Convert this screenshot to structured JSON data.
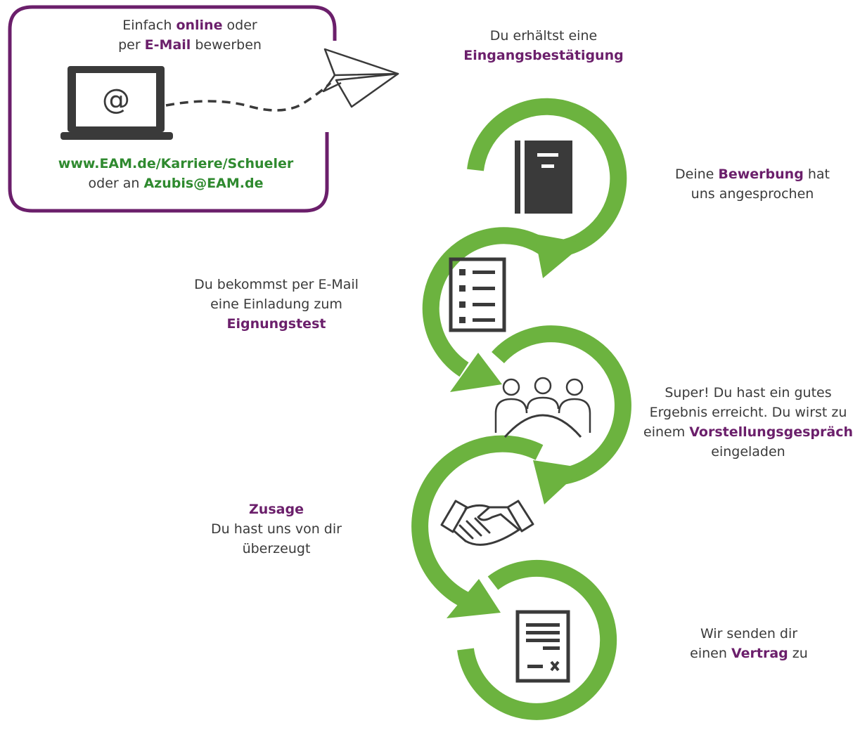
{
  "apply_box": {
    "line1_pre": "Einfach ",
    "line1_bold": "online",
    "line1_post": " oder",
    "line2_pre": "per ",
    "line2_bold": "E-Mail",
    "line2_post": " bewerben",
    "url": "www.EAM.de/Karriere/Schueler",
    "email_pre": "oder an ",
    "email": "Azubis@EAM.de",
    "laptop_symbol": "@"
  },
  "steps": [
    {
      "id": "confirmation",
      "line1": "Du erhältst eine",
      "bold": "Eingangsbestätigung"
    },
    {
      "id": "application",
      "pre": "Deine ",
      "bold": "Bewerbung",
      "post": " hat",
      "line2": "uns angesprochen",
      "icon": "folder-icon"
    },
    {
      "id": "test",
      "line1": "Du bekommst per E-Mail",
      "line2": "eine Einladung zum",
      "bold": "Eignungstest",
      "icon": "checklist-icon"
    },
    {
      "id": "interview",
      "line1": "Super! Du hast ein gutes",
      "line2": "Ergebnis erreicht. Du wirst zu",
      "pre": "einem ",
      "bold": "Vorstellungsgespräch",
      "line4": "eingeladen",
      "icon": "meeting-icon"
    },
    {
      "id": "acceptance",
      "bold": "Zusage",
      "line2": "Du hast uns von dir",
      "line3": "überzeugt",
      "icon": "handshake-icon"
    },
    {
      "id": "contract",
      "line1": "Wir senden dir",
      "pre": "einen ",
      "bold": "Vertrag",
      "post": " zu",
      "icon": "contract-icon"
    }
  ],
  "colors": {
    "accent_green": "#6cb33f",
    "purple": "#6b1f6b",
    "dark_green": "#2f8a2f",
    "icon_gray": "#3a3a3a"
  }
}
